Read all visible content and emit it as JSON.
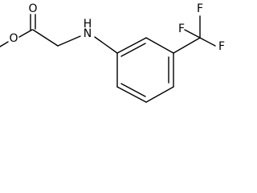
{
  "molecule": {
    "atoms": {
      "carbonyl_oxygen": "O",
      "ester_oxygen": "O",
      "amine": "H\nN",
      "amine_N": "N",
      "amine_H": "H",
      "fluorine_top": "F",
      "fluorine_left": "F",
      "fluorine_right": "F"
    }
  }
}
